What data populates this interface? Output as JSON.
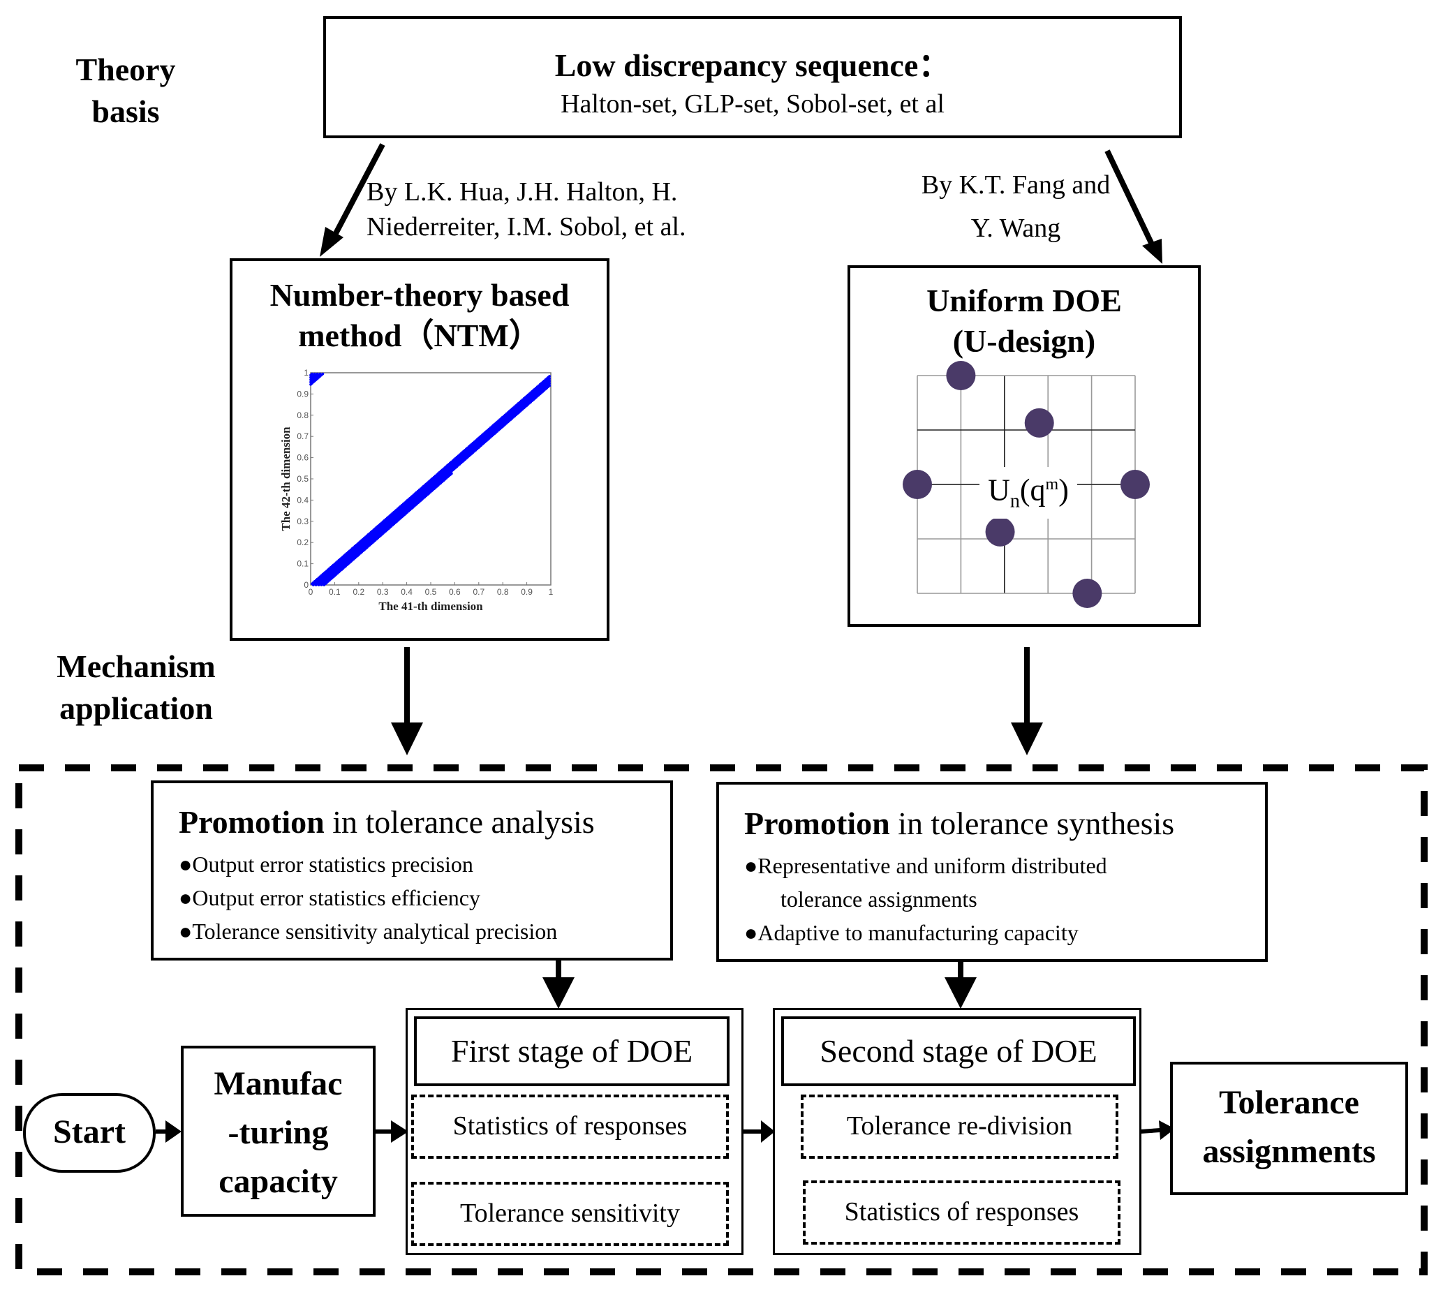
{
  "side_labels": {
    "theory_basis": [
      "Theory",
      "basis"
    ],
    "mechanism_application": [
      "Mechanism",
      "application"
    ]
  },
  "low_discrepancy": {
    "title": "Low discrepancy sequence：",
    "subtitle": "Halton-set, GLP-set, Sobol-set, et al"
  },
  "credits": {
    "left": [
      "By L.K. Hua, J.H. Halton, H.",
      "Niederreiter, I.M. Sobol, et al."
    ],
    "right": [
      "By K.T. Fang and",
      "Y. Wang"
    ]
  },
  "ntm": {
    "title_line1": "Number-theory based",
    "title_line2": "method（NTM）",
    "plot": {
      "xlabel": "The 41-th dimension",
      "ylabel": "The 42-th dimension",
      "xticks": [
        "0",
        "0.1",
        "0.2",
        "0.3",
        "0.4",
        "0.5",
        "0.6",
        "0.7",
        "0.8",
        "0.9",
        "1"
      ],
      "yticks": [
        "0",
        "0.1",
        "0.2",
        "0.3",
        "0.4",
        "0.5",
        "0.6",
        "0.7",
        "0.8",
        "0.9",
        "1"
      ],
      "xlim": [
        0,
        1
      ],
      "ylim": [
        0,
        1
      ],
      "point_color": "#0000ff",
      "approx_point_count": 1000
    }
  },
  "udesign": {
    "title_line1": "Uniform DOE",
    "title_line2": "(U-design)",
    "formula_main": "U",
    "formula_sub": "n",
    "formula_paren_open": "(q",
    "formula_sup": "m",
    "formula_paren_close": ")",
    "grid_cols": 5,
    "grid_rows": 4,
    "dot_color": "#4a3a68",
    "points": [
      [
        1,
        0
      ],
      [
        2.8,
        1
      ],
      [
        0,
        2.3
      ],
      [
        5,
        2.3
      ],
      [
        1.9,
        3.3
      ],
      [
        3.9,
        4.6
      ]
    ]
  },
  "promotion_analysis": {
    "title_bold": "Promotion",
    "title_rest": " in tolerance analysis",
    "bullet": "●",
    "items": [
      "Output error statistics precision",
      "Output error statistics efficiency",
      "Tolerance sensitivity analytical precision"
    ]
  },
  "promotion_synthesis": {
    "title_bold": "Promotion",
    "title_rest": " in tolerance synthesis",
    "bullet": "●",
    "items": [
      "Representative and uniform distributed",
      "tolerance assignments",
      "Adaptive to manufacturing capacity"
    ]
  },
  "flow": {
    "start": "Start",
    "manufacturing": [
      "Manufac",
      "-turing",
      "capacity"
    ],
    "first_stage": {
      "title": "First stage of DOE",
      "steps": [
        "Statistics of responses",
        "Tolerance sensitivity"
      ]
    },
    "second_stage": {
      "title": "Second stage of DOE",
      "steps": [
        "Tolerance re-division",
        "Statistics of responses"
      ]
    },
    "output": [
      "Tolerance",
      "assignments"
    ]
  }
}
